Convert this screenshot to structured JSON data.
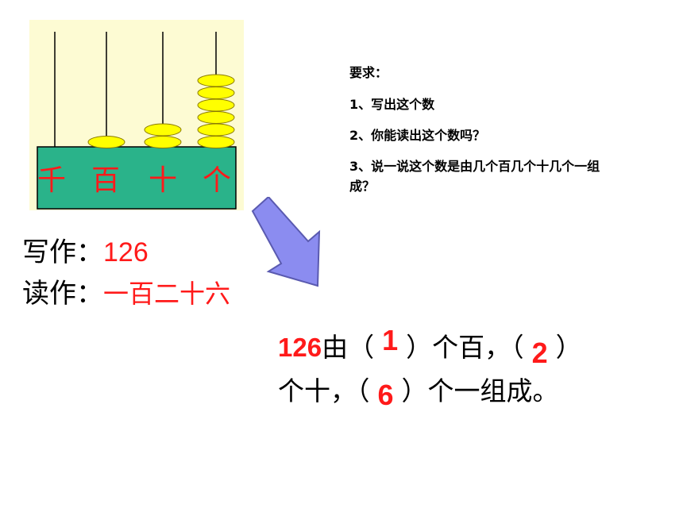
{
  "abacus": {
    "place_labels": [
      "千",
      "百",
      "十",
      "个"
    ],
    "bead_counts": [
      0,
      1,
      2,
      6
    ],
    "bead_color": "#ffff00",
    "base_color": "#2ab38a"
  },
  "requirements": {
    "title": "要求：",
    "items": [
      "1、写出这个数",
      "2、你能读出这个数吗？",
      "3、说一说这个数是由几个百几个十几个一组成？"
    ]
  },
  "write": {
    "label": "写作：",
    "value": "126"
  },
  "read": {
    "label": "读作：",
    "value": "一百二十六"
  },
  "composition": {
    "number": "126",
    "t1": "由（",
    "hundreds": "1",
    "t2": "）个百，（",
    "tens": "2",
    "t3": "）",
    "t4": "个十，（",
    "ones": "6",
    "t5": "）个一组成。"
  },
  "colors": {
    "answer": "#ff1a1a",
    "arrow": "#8b8cf0"
  }
}
